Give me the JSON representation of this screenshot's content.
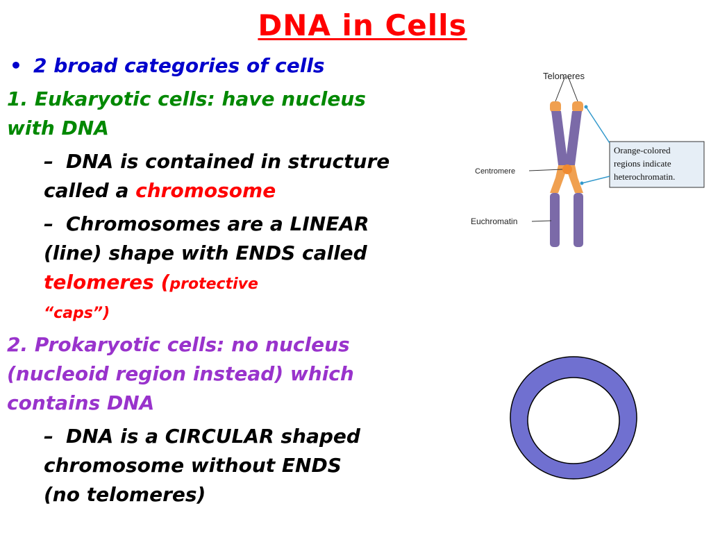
{
  "slide": {
    "title": "DNA in Cells",
    "bullet_symbol": "•",
    "dash_symbol": "–",
    "bullet": "2 broad categories of cells",
    "euk": {
      "line1": "1. Eukaryotic cells: have nucleus",
      "line2": "with DNA",
      "sub1_line1": "DNA is contained in structure",
      "sub1_line2_pre": "called a ",
      "sub1_highlight": "chromosome",
      "sub2_line1": "Chromosomes are a LINEAR",
      "sub2_line2": "(line) shape with ENDS called",
      "sub2_highlight": "telomeres (",
      "sub2_small1": "protective",
      "sub2_small2": "“caps”)"
    },
    "pro": {
      "line1": "2. Prokaryotic cells: no nucleus",
      "line2": "(nucleoid region instead) which",
      "line3": "contains DNA",
      "sub1_line1": "DNA is a CIRCULAR shaped",
      "sub1_line2": "chromosome without ENDS",
      "sub1_line3": "(no telomeres)"
    }
  },
  "figure": {
    "label_telomeres": "Telomeres",
    "label_centromere": "Centromere",
    "label_euchromatin": "Euchromatin",
    "callout_line1": "Orange-colored",
    "callout_line2": "regions indicate",
    "callout_line3": "heterochromatin."
  },
  "colors": {
    "title": "#ff0000",
    "bullet_text": "#0000cc",
    "eukaryotic": "#008800",
    "prokaryotic": "#9933cc",
    "sub_text": "#000000",
    "highlight": "#ff0000",
    "chromatid_purple": "#7b6aa8",
    "heterochromatin_orange": "#f0a050",
    "ring_fill": "#7070d0"
  }
}
